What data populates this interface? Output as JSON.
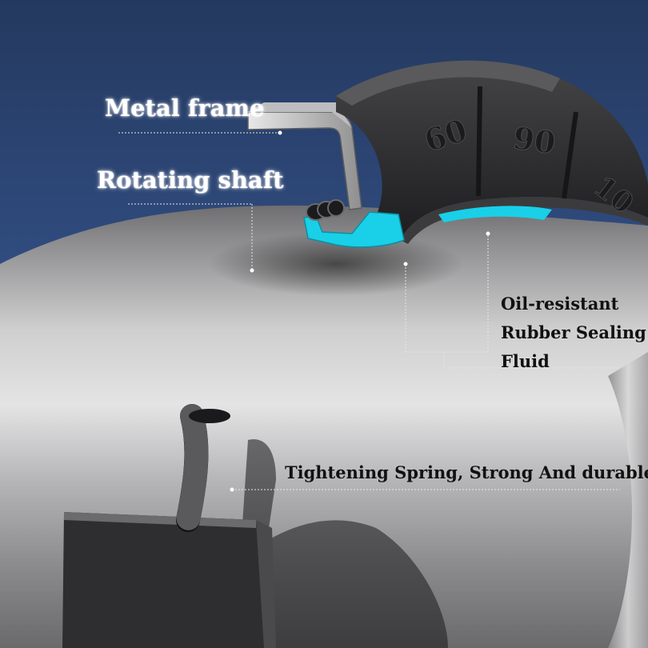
{
  "labels": {
    "metal_frame": "Metal frame",
    "rotating_shaft": "Rotating shaft",
    "seal_lines": [
      "Oil-resistant",
      "Rubber Sealing",
      "Fluid"
    ],
    "spring": "Tightening Spring, Strong And durable"
  },
  "seal_markings": [
    "60",
    "90",
    "10"
  ],
  "colors": {
    "background": "#2b4470",
    "seal_lip": "#19d0e8",
    "rubber": "#2a2a2c",
    "shaft": "#b9b9bb"
  }
}
